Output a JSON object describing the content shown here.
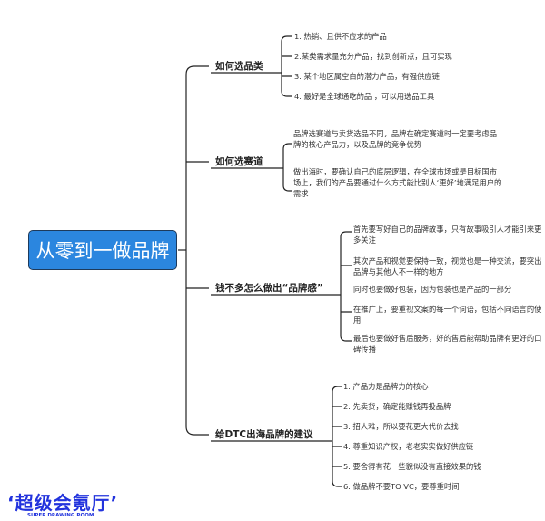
{
  "root": {
    "title": "从零到一做品牌",
    "color": "#2b86df"
  },
  "branches": [
    {
      "label": "如何选品类",
      "items": [
        "1. 热销、且供不应求的产品",
        "2.某类需求量充分产品，找到创新点，且可实现",
        "3. 某个地区属空白的潜力产品，有强供应链",
        "4. 最好是全球通吃的品 ，可以用选品工具"
      ]
    },
    {
      "label": "如何选赛道",
      "items": [
        "品牌选赛道与卖货选品不同，品牌在确定赛道时一定要考虑品牌的核心产品力，以及品牌的竞争优势",
        "做出海时，要确认自己的底层逻辑，在全球市场或是目标国市场上，我们的产品要通过什么方式能比别人‘更好’地满足用户的需求"
      ]
    },
    {
      "label": "钱不多怎么做出“品牌感”",
      "items": [
        "首先要写好自己的品牌故事，只有故事吸引人才能引来更多关注",
        "其次产品和视觉要保持一致，视觉也是一种交流，要突出品牌与其他人不一样的地方",
        "同时也要做好包装，因为包装也是产品的一部分",
        "在推广上，要重视文案的每一个词语，包括不同语言的使用",
        "最后也要做好售后服务，好的售后能帮助品牌有更好的口碑传播"
      ]
    },
    {
      "label": "给DTC出海品牌的建议",
      "items": [
        "1. 产品力是品牌力的核心",
        "2. 先卖货，确定能赚钱再投品牌",
        "3. 招人难，所以要花更大代价去找",
        "4. 尊重知识产权，老老实实做好供应链",
        "5. 要舍得有花一些貌似没有直接效果的钱",
        "6. 做品牌不要TO VC，要尊重时间"
      ]
    }
  ],
  "logo": {
    "cn": "‘超级会氪厅’",
    "en": "SUPER DRAWING ROOM"
  }
}
